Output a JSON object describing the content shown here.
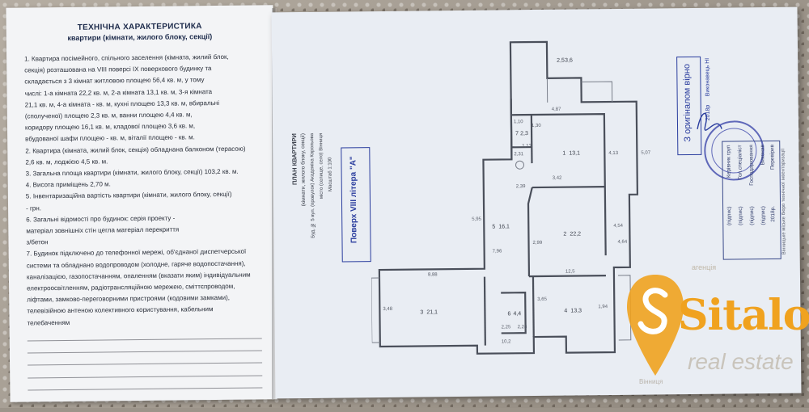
{
  "left_page": {
    "title": "ТЕХНІЧНА ХАРАКТЕРИСТИКА",
    "subtitle": "квартири (кімнати, жилого блоку, секції)",
    "lines": [
      "1. Квартира посімейного, спільного заселення (кімната, жилий блок,",
      "секція) розташована на  VIII  поверсі  IX  поверхового будинку та",
      "складається з  3  кімнат житловою площею  56,4  кв. м, у тому",
      "числі: 1-а кімната  22,2  кв. м, 2-а кімната  13,1  кв. м, 3-я кімната",
      "21,1  кв. м, 4-а кімната  -  кв. м, кухні площею  13,3  кв. м, вбиральні",
      "(сполученої) площею  2,3  кв. м, ванни площею  4,4  кв. м,",
      "коридору площею  16,1  кв. м, кладової площею  3,6  кв. м,",
      "вбудованої шафи площею  -  кв. м, віталії площею  -  кв. м.",
      "2. Квартира (кімната, жилий блок, секція) обладнана балконом (терасою)",
      "2,6  кв. м, лоджією  4,5  кв. м.",
      "3. Загальна площа квартири (кімнати, жилого блоку, секції)  103,2  кв. м.",
      "4. Висота приміщень  2,70  м.",
      "5. Інвентаризаційна вартість квартири (кімнати, жилого блоку, секції)",
      "-  грн.",
      "6. Загальні відомості про будинок: серія проекту  -",
      "матеріал зовнішніх стін  цегла  матеріал перекриття",
      "з/бетон",
      "7. Будинок підключено до телефонної мережі, об'єднаної диспетчерської",
      "системи та обладнано водопроводом (холодне, гаряче водопостачання),",
      "каналізацією, газопостачанням, опаленням (вказати яким)  індивідуальним",
      "електроосвітленням, радіотрансляційною мережею, сміттєпроводом,",
      "ліфтами, замково-переговорними пристроями (кодовими замками),",
      "телевізійною антеною колективного користування, кабельним",
      "телебаченням"
    ]
  },
  "plan": {
    "caption_title": "ПЛАН КВАРТИРИ",
    "caption_sub": "(кімнати, жилого блоку, секції)",
    "caption_address": "Буд. №  5   вул. (провулок)  Академіка Корольова",
    "caption_city": "місто (селище, село)  Вінниця",
    "caption_scale": "Масштаб 1:100",
    "stamp_floor": "Поверх  VIII  літера \"А\"",
    "stamp_original": "З оригіналом вірно",
    "hand_note_1": "Виконавець НІ",
    "hand_note_2": "2018р",
    "rooms": [
      {
        "label": "2,5",
        "value": "3,6"
      },
      {
        "label": "1",
        "value": "13,1"
      },
      {
        "label": "2",
        "value": "22,2"
      },
      {
        "label": "3",
        "value": "21,1"
      },
      {
        "label": "4",
        "value": "13,3"
      },
      {
        "label": "5",
        "value": "16,1"
      },
      {
        "label": "6",
        "value": "4,4"
      },
      {
        "label": "7",
        "value": "2,3"
      }
    ],
    "dims": [
      "5,07",
      "4,54",
      "3,42",
      "4,13",
      "5,95",
      "2,99",
      "4,64",
      "12,5",
      "8,88",
      "7,96",
      "3,48",
      "1,94",
      "2,25",
      "2,28",
      "3,65",
      "10,2",
      "2,39",
      "1,10",
      "1,13",
      "2,31",
      "1,30",
      "4,87"
    ],
    "bti_table": {
      "caption": "Вінницьке міське бюро технічної інвентаризації",
      "rows": [
        {
          "role": "Керівник груп",
          "status": "(підпис)"
        },
        {
          "role": "Гол.спеціаліст",
          "status": "(підпис)"
        },
        {
          "role": "Господарювання",
          "status": "(підпис)"
        },
        {
          "role": "Виконав",
          "status": "(підпис)"
        },
        {
          "role": "Перевірив",
          "status": "2018р."
        }
      ]
    }
  },
  "watermark": {
    "agency": "агенція",
    "name": "Sitalo",
    "sub": "real estate",
    "city": "Вінниця",
    "color": "#f0a21f"
  }
}
